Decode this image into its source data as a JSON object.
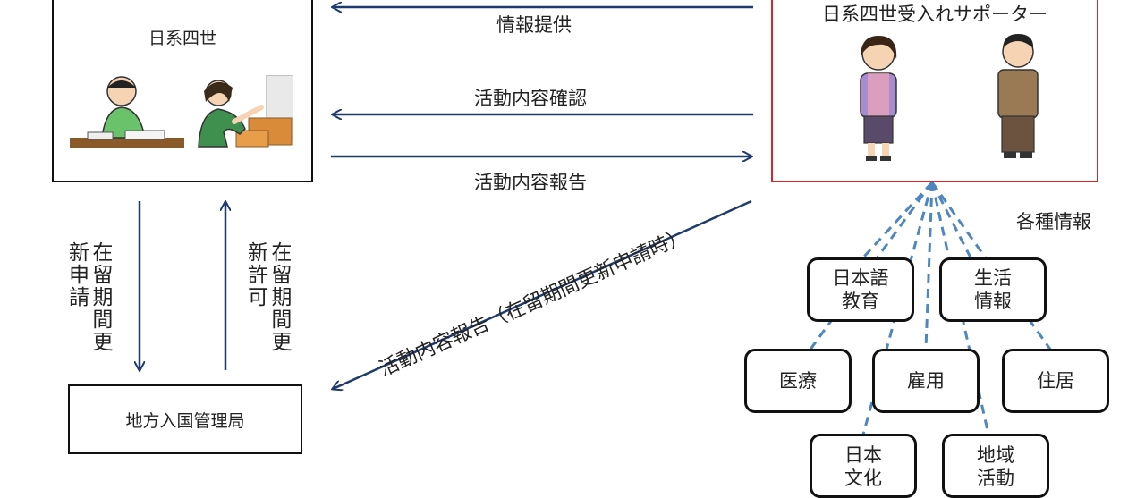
{
  "nodes": {
    "nikkei": {
      "title": "日系四世"
    },
    "supporter": {
      "title": "日系四世受入れサポーター"
    },
    "immigration": {
      "title": "地方入国管理局"
    }
  },
  "edges": {
    "info_provide": "情報提供",
    "activity_confirm": "活動内容確認",
    "activity_report": "活動内容報告",
    "activity_report_renewal": "活動内容報告（在留期間更新申請時）",
    "renewal_application": "在留期間更新申請",
    "renewal_permit": "在留期間更新許可"
  },
  "info_group": {
    "label": "各種情報",
    "items": [
      "日本語\n教育",
      "生活\n情報",
      "医療",
      "雇用",
      "住居",
      "日本\n文化",
      "地域\n活動"
    ]
  },
  "colors": {
    "arrow": "#1f3a6e",
    "dashed": "#4f86c0",
    "supporter_border": "#d9262b"
  }
}
